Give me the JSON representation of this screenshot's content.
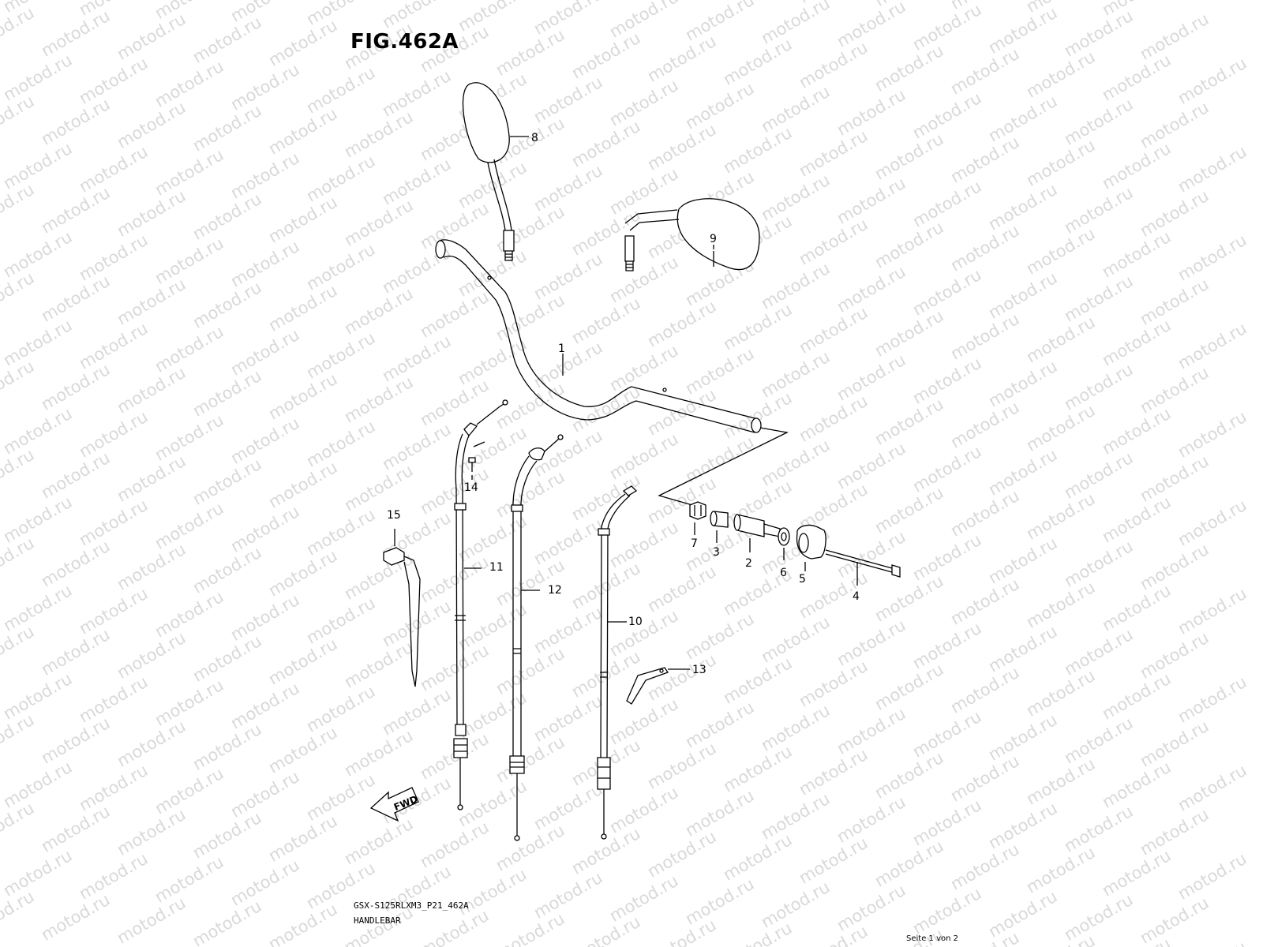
{
  "figure": {
    "title": "FIG.462A"
  },
  "watermark": {
    "text": "motod.ru",
    "color": "#d9d9d9"
  },
  "parts": [
    {
      "number": "1",
      "name": "handlebar"
    },
    {
      "number": "2",
      "name": "bar-end-weight"
    },
    {
      "number": "3",
      "name": "rubber-damper"
    },
    {
      "number": "4",
      "name": "bolt"
    },
    {
      "number": "5",
      "name": "bar-end-cap"
    },
    {
      "number": "6",
      "name": "washer"
    },
    {
      "number": "7",
      "name": "nut"
    },
    {
      "number": "8",
      "name": "mirror-right"
    },
    {
      "number": "9",
      "name": "mirror-left"
    },
    {
      "number": "10",
      "name": "clutch-cable"
    },
    {
      "number": "11",
      "name": "throttle-cable-1"
    },
    {
      "number": "12",
      "name": "throttle-cable-2"
    },
    {
      "number": "13",
      "name": "cable-clamp"
    },
    {
      "number": "14",
      "name": "screw"
    },
    {
      "number": "15",
      "name": "hex-key"
    }
  ],
  "fwd_arrow": {
    "label": "FWD"
  },
  "footer": {
    "code": "GSX-S125RLXM3_P21_462A",
    "name": "HANDLEBAR",
    "page": "Seite 1 von 2"
  }
}
